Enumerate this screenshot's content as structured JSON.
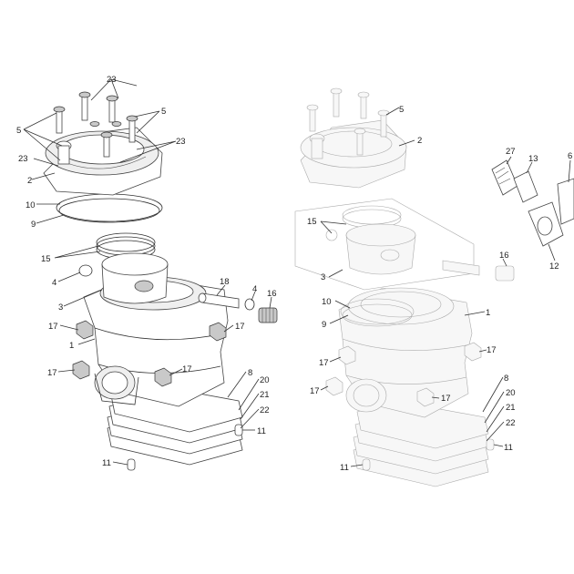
{
  "callouts": {
    "a_23_top": "23",
    "a_5_left": "5",
    "a_5_right": "5",
    "a_23_left": "23",
    "a_23_right": "23",
    "a_2": "2",
    "a_10": "10",
    "a_9": "9",
    "a_15": "15",
    "a_4_left": "4",
    "a_3": "3",
    "a_18": "18",
    "a_4_right": "4",
    "a_16": "16",
    "a_17_a": "17",
    "a_17_b": "17",
    "a_1": "1",
    "a_17_c": "17",
    "a_17_d": "17",
    "a_8": "8",
    "a_20": "20",
    "a_21": "21",
    "a_22": "22",
    "a_11_a": "11",
    "a_11_b": "11",
    "b_5": "5",
    "b_2": "2",
    "b_15": "15",
    "b_3": "3",
    "b_16": "16",
    "b_10": "10",
    "b_9": "9",
    "b_1": "1",
    "b_17_a": "17",
    "b_17_b": "17",
    "b_17_c": "17",
    "b_17_d": "17",
    "b_8": "8",
    "b_20": "20",
    "b_21": "21",
    "b_22": "22",
    "b_11_a": "11",
    "b_11_b": "11",
    "c_27": "27",
    "c_13": "13",
    "c_6": "6",
    "c_12": "12"
  }
}
